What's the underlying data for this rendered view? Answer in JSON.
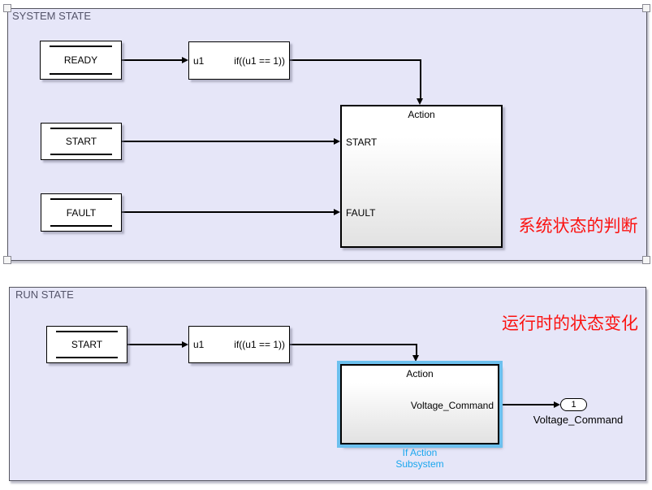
{
  "colors": {
    "area_fill": "#e6e6f8",
    "area_border": "#55555f",
    "block_border": "#000000",
    "wire": "#000000",
    "selection_highlight": "#6cc0ee",
    "selected_label_blue": "#1ba7ee",
    "annotation_red": "#fb1311"
  },
  "system_area": {
    "label": "SYSTEM STATE",
    "ready_block": "READY",
    "start_block": "START",
    "fault_block": "FAULT",
    "if_block": {
      "port": "u1",
      "condition": "if((u1 == 1))"
    },
    "action_block": {
      "title": "Action",
      "port_start": "START",
      "port_fault": "FAULT"
    },
    "annotation": "系统状态的判断"
  },
  "run_area": {
    "label": "RUN STATE",
    "start_block": "START",
    "if_block": {
      "port": "u1",
      "condition": "if((u1 == 1))"
    },
    "action_block": {
      "title": "Action",
      "out_port": "Voltage_Command"
    },
    "subsystem_caption_line1": "If Action",
    "subsystem_caption_line2": "Subsystem",
    "outport": {
      "number": "1",
      "label": "Voltage_Command"
    },
    "annotation": "运行时的状态变化"
  }
}
